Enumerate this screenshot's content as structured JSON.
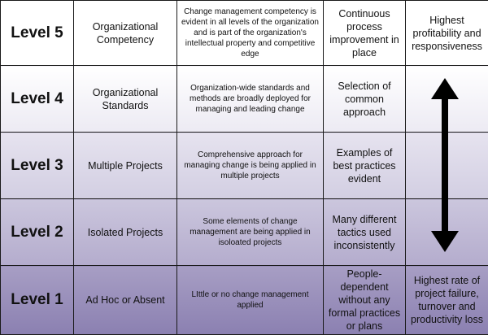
{
  "levels": [
    {
      "level": "Level 5",
      "label": "Organizational Competency",
      "description": "Change management competency is evident in all levels of the organization and is part of the organization's intellectual property and competitive edge",
      "process": "Continuous process improvement in place",
      "outcome": "Highest profitability and responsiveness"
    },
    {
      "level": "Level 4",
      "label": "Organizational Standards",
      "description": "Organization-wide standards and methods are broadly deployed for managing and leading change",
      "process": "Selection of common approach",
      "outcome": ""
    },
    {
      "level": "Level 3",
      "label": "Multiple Projects",
      "description": "Comprehensive approach for managing change is being applied in multiple projects",
      "process": "Examples of best practices evident",
      "outcome": ""
    },
    {
      "level": "Level 2",
      "label": "Isolated Projects",
      "description": "Some elements of change management are being applied in isoloated projects",
      "process": "Many different tactics used inconsistently",
      "outcome": ""
    },
    {
      "level": "Level 1",
      "label": "Ad Hoc or Absent",
      "description": "LIttle or no change management applied",
      "process": "People-dependent without any formal practices or plans",
      "outcome": "Highest rate of project failure, turnover and productivity loss"
    }
  ]
}
